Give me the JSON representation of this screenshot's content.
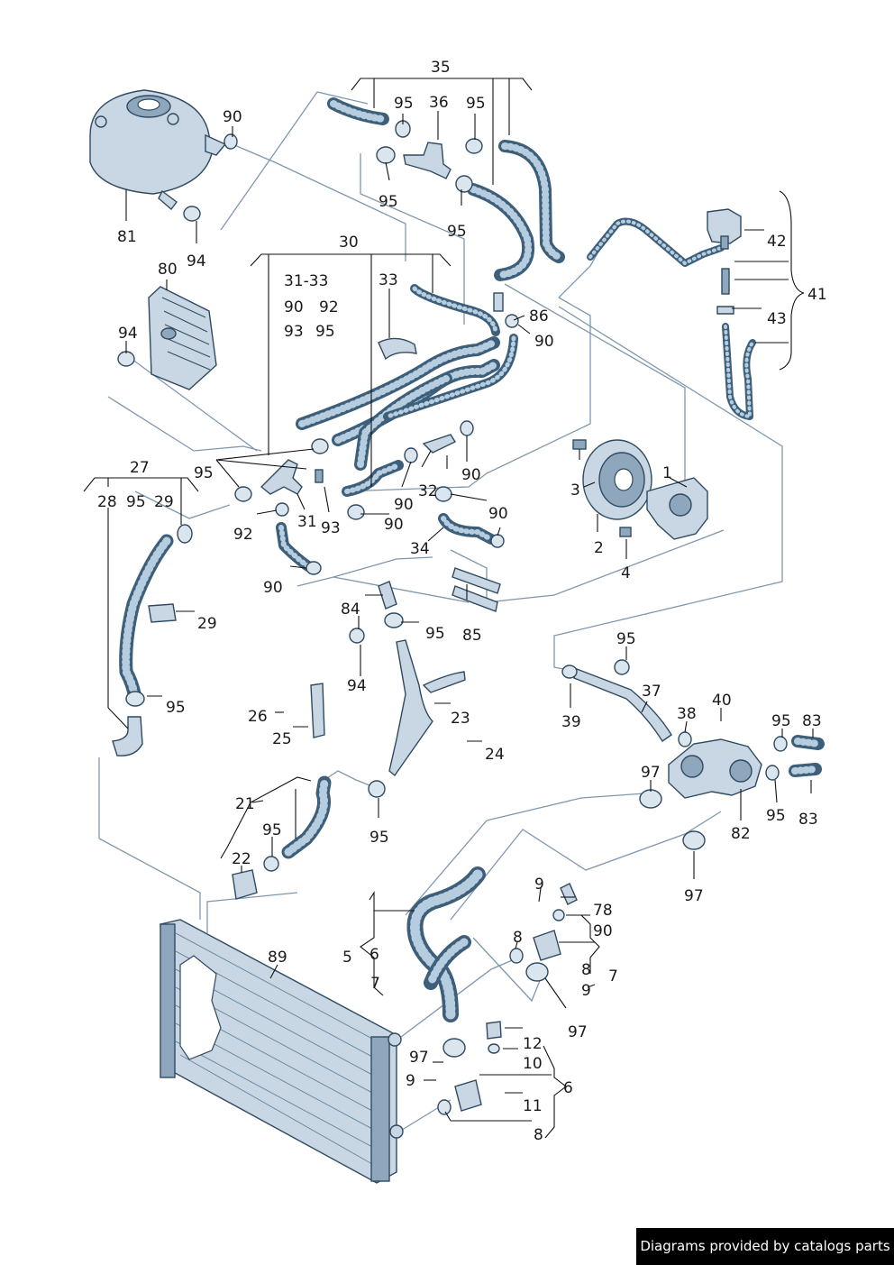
{
  "diagram": {
    "labels": {
      "l1": "1",
      "l2": "2",
      "l3": "3",
      "l4": "4",
      "l5": "5",
      "l6a": "6",
      "l6b": "6",
      "l7a": "7",
      "l7b": "7",
      "l8a": "8",
      "l8b": "8",
      "l8c": "8",
      "l9a": "9",
      "l9b": "9",
      "l9c": "9",
      "l10": "10",
      "l11": "11",
      "l12": "12",
      "l21": "21",
      "l22": "22",
      "l23": "23",
      "l24": "24",
      "l25": "25",
      "l26": "26",
      "l27": "27",
      "l28": "28",
      "l29a": "29",
      "l29b": "29",
      "l30": "30",
      "l31": "31",
      "l31_33": "31-33",
      "l32": "32",
      "l33": "33",
      "l34": "34",
      "l35": "35",
      "l36": "36",
      "l37": "37",
      "l38": "38",
      "l39": "39",
      "l40": "40",
      "l41": "41",
      "l42": "42",
      "l43": "43",
      "l78": "78",
      "l80": "80",
      "l81": "81",
      "l82": "82",
      "l83a": "83",
      "l83b": "83",
      "l84": "84",
      "l85": "85",
      "l86": "86",
      "l89": "89",
      "l90a": "90",
      "l90b": "90",
      "l90c": "90",
      "l90d": "90",
      "l90e": "90",
      "l90f": "90",
      "l90g": "90",
      "l90h": "90",
      "l90i": "90",
      "l90j": "90",
      "l92a": "92",
      "l92b": "92",
      "l93a": "93",
      "l93b": "93",
      "l94a": "94",
      "l94b": "94",
      "l94c": "94",
      "l95a": "95",
      "l95b": "95",
      "l95c": "95",
      "l95d": "95",
      "l95e": "95",
      "l95f": "95",
      "l95g": "95",
      "l95h": "95",
      "l95i": "95",
      "l95j": "95",
      "l95k": "95",
      "l95l": "95",
      "l95m": "95",
      "l95n": "95",
      "l97a": "97",
      "l97b": "97",
      "l97c": "97",
      "l97d": "97"
    }
  },
  "credit": "Diagrams provided by catalogs parts"
}
